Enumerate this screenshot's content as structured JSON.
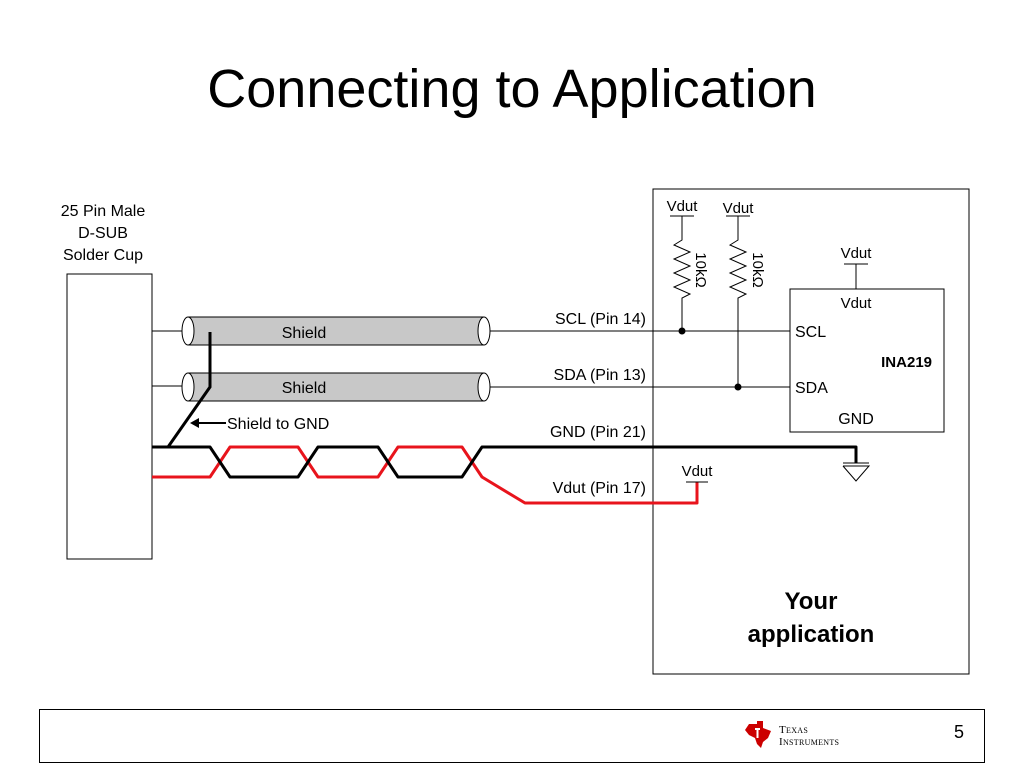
{
  "slide": {
    "title": "Connecting to Application",
    "page_number": "5"
  },
  "connector": {
    "label_line1": "25 Pin Male",
    "label_line2": "D-SUB",
    "label_line3": "Solder Cup"
  },
  "cables": {
    "shield_label": "Shield",
    "shield_to_gnd": "Shield to GND"
  },
  "signals": {
    "scl": "SCL (Pin 14)",
    "sda": "SDA (Pin 13)",
    "gnd": "GND (Pin 21)",
    "vdut": "Vdut (Pin 17)"
  },
  "application": {
    "vdut_label": "Vdut",
    "resistor_value": "10kΩ",
    "ina_name": "INA219",
    "pin_scl": "SCL",
    "pin_sda": "SDA",
    "pin_gnd": "GND",
    "your_line1": "Your",
    "your_line2": "application"
  },
  "logo": {
    "line1": "Texas",
    "line2": "Instruments"
  },
  "colors": {
    "wire_red": "#e8141c",
    "wire_black": "#000000",
    "shield_fill": "#c8c8c8",
    "logo_red": "#cc0000"
  }
}
